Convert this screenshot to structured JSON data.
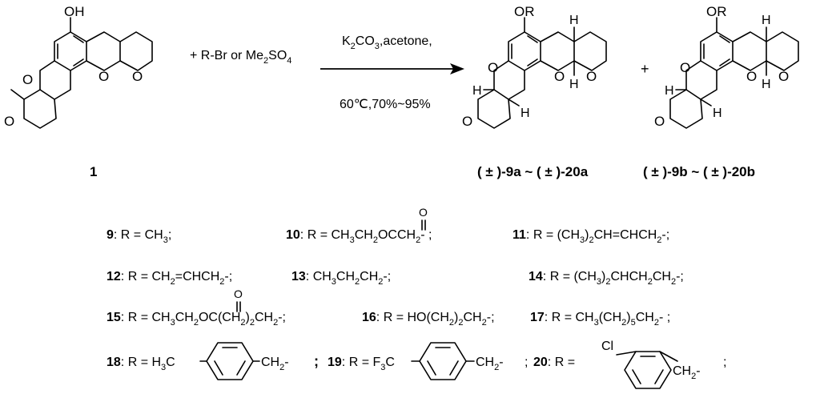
{
  "reaction": {
    "reactant_label": "1",
    "reagents": "+ R-Br or Me",
    "reagents_sub2": "2",
    "reagents_so": "SO",
    "reagents_sub4": "4",
    "condition_top": "K",
    "condition_top_sub2": "2",
    "condition_top_co": "CO",
    "condition_top_sub3": "3",
    "condition_top_rest": ",acetone,",
    "condition_bottom": "60℃,70%~95%",
    "plus": "+",
    "product_a_label": "( ± )-9a ~ ( ± )-20a",
    "product_b_label": "( ± )-9b ~ ( ± )-20b"
  },
  "atoms": {
    "oh": "OH",
    "or": "OR",
    "o": "O",
    "h": "H"
  },
  "substituents": [
    {
      "num": "9",
      "text": ": R = CH",
      "sub": "3",
      "tail": ";"
    },
    {
      "num": "10",
      "text": ": R = CH",
      "sub": "3",
      "tail": "CH",
      "sub2": "2",
      "tail2": "OCCH",
      "sub3": "2",
      "tail3": "-  ;",
      "carbonyl_o": "O"
    },
    {
      "num": "11",
      "text": ": R = (CH",
      "sub": "3",
      "tail": ")",
      "sub2": "2",
      "tail2": "CH=CHCH",
      "sub3": "2",
      "tail3": "-;"
    },
    {
      "num": "12",
      "text": ": R = CH",
      "sub": "2",
      "tail": "=CHCH",
      "sub2": "2",
      "tail2": "-;"
    },
    {
      "num": "13",
      "text": ": CH",
      "sub": "3",
      "tail": "CH",
      "sub2": "2",
      "tail2": "CH",
      "sub3": "2",
      "tail3": "-;"
    },
    {
      "num": "14",
      "text": ": R = (CH",
      "sub": "3",
      "tail": ")",
      "sub2": "2",
      "tail2": "CHCH",
      "sub3": "2",
      "tail3": "CH",
      "sub4": "2",
      "tail4": "-;"
    },
    {
      "num": "15",
      "text": ": R = CH",
      "sub": "3",
      "tail": "CH",
      "sub2": "2",
      "tail2": "OC(CH",
      "sub3": "2",
      "tail3": ")",
      "sub4": "2",
      "tail4": "CH",
      "sub5": "2",
      "tail5": "-;",
      "carbonyl_o": "O"
    },
    {
      "num": "16",
      "text": ": R = HO(CH",
      "sub": "2",
      "tail": ")",
      "sub2": "2",
      "tail2": "CH",
      "sub3": "2",
      "tail3": "-;"
    },
    {
      "num": "17",
      "text": ": R = CH",
      "sub": "3",
      "tail": "(CH",
      "sub2": "2",
      "tail2": ")",
      "sub3": "5",
      "tail3": "CH",
      "sub4": "2",
      "tail4": "- ;"
    },
    {
      "num": "18",
      "text": ": R = H",
      "sub": "3",
      "tail": "C",
      "right": "CH",
      "right_sub": "2",
      "right_tail": "-",
      "after": ";"
    },
    {
      "num": "19",
      "text": ": R = F",
      "sub": "3",
      "tail": "C",
      "right": "CH",
      "right_sub": "2",
      "right_tail": "-",
      "after": ";"
    },
    {
      "num": "20",
      "text": ": R =",
      "cl": "Cl",
      "right": "CH",
      "right_sub": "2",
      "right_tail": "-",
      "after": ";"
    }
  ]
}
